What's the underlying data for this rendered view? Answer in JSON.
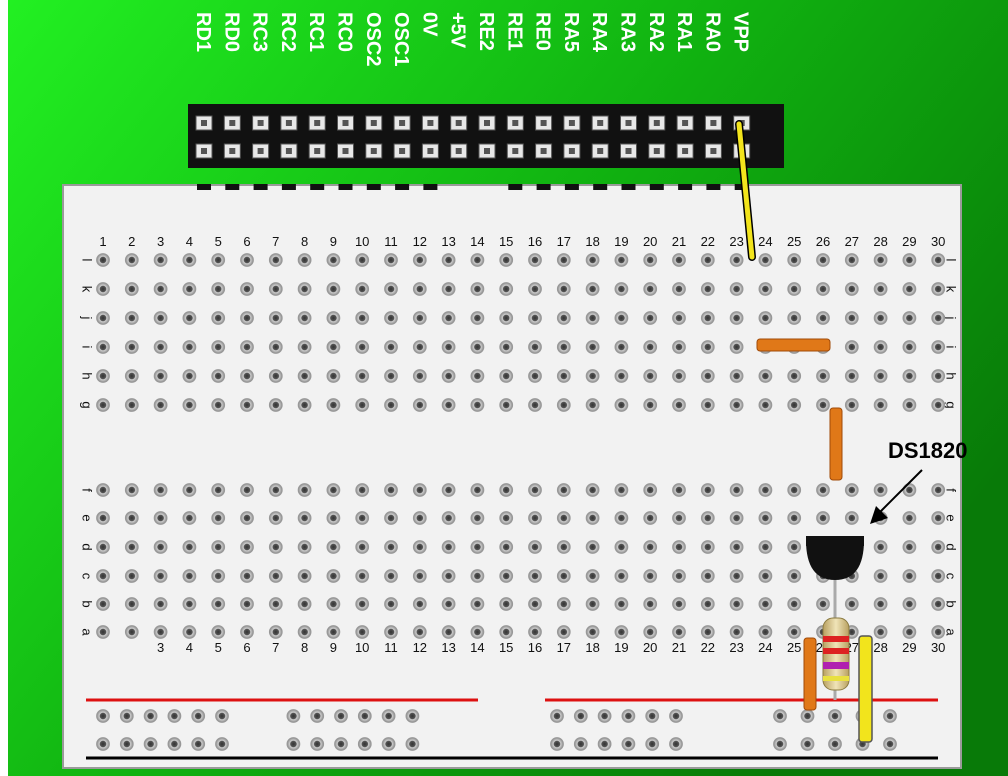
{
  "header_pins": [
    "RD1",
    "RD0",
    "RC3",
    "RC2",
    "RC1",
    "RC0",
    "OSC2",
    "OSC1",
    "0V",
    "+5V",
    "RE2",
    "RE1",
    "RE0",
    "RA5",
    "RA4",
    "RA3",
    "RA2",
    "RA1",
    "RA0",
    "VPP"
  ],
  "breadboard": {
    "top_numbers": [
      "1",
      "2",
      "3",
      "4",
      "5",
      "6",
      "7",
      "8",
      "9",
      "10",
      "11",
      "12",
      "13",
      "14",
      "15",
      "16",
      "17",
      "18",
      "19",
      "20",
      "21",
      "22",
      "23",
      "24",
      "25",
      "26",
      "27",
      "28",
      "29",
      "30"
    ],
    "bottom_numbers": [
      "3",
      "4",
      "5",
      "6",
      "7",
      "8",
      "9",
      "10",
      "11",
      "12",
      "13",
      "14",
      "15",
      "16",
      "17",
      "18",
      "19",
      "20",
      "21",
      "22",
      "23",
      "24",
      "25",
      "26",
      "27",
      "28",
      "29",
      "30"
    ],
    "top_rows": [
      "l",
      "k",
      "j",
      "i",
      "h",
      "g"
    ],
    "bottom_rows": [
      "f",
      "e",
      "d",
      "c",
      "b",
      "a"
    ]
  },
  "component_label": "DS1820",
  "colors": {
    "pcb_green": "#0ca00c",
    "header_black": "#111111",
    "wire_yellow": "#f2e41c",
    "wire_orange": "#e07818",
    "rail_red": "#dd1111",
    "rail_black": "#000000",
    "sensor_black": "#111111"
  }
}
